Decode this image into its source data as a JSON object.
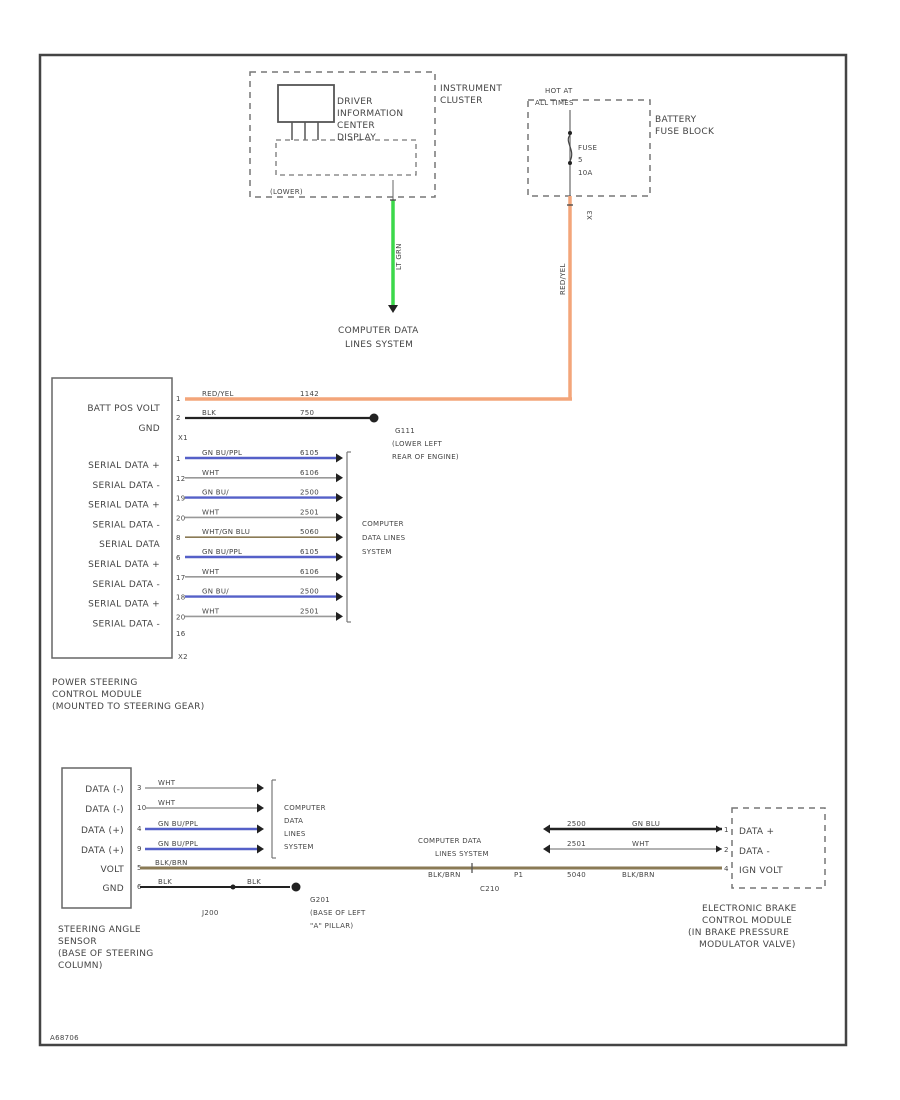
{
  "instrument_cluster": {
    "title_line1": "INSTRUMENT",
    "title_line2": "CLUSTER",
    "dic_line1": "DRIVER",
    "dic_line2": "INFORMATION",
    "dic_line3": "CENTER",
    "dic_line4": "DISPLAY",
    "connector": "(LOWER)"
  },
  "battery_fuse_block": {
    "hot_line1": "HOT AT",
    "hot_line2": "ALL TIMES",
    "title_line1": "BATTERY",
    "title_line2": "FUSE BLOCK",
    "fuse_line1": "FUSE",
    "fuse_line2": "5",
    "fuse_line3": "10A",
    "connector": "X3"
  },
  "computer_data_top": {
    "line1": "COMPUTER DATA",
    "line2": "LINES SYSTEM",
    "wire_label": "LT GRN"
  },
  "red_wire_vertical_label": "RED/YEL",
  "psc_module": {
    "pins": [
      {
        "label": "BATT POS VOLT",
        "pin": "1",
        "wire": "RED/YEL",
        "circuit": "1142"
      },
      {
        "label": "GND",
        "pin": "2",
        "wire": "BLK",
        "circuit": "750"
      }
    ],
    "connector_x1": "X1",
    "serial_rows": [
      {
        "label": "SERIAL DATA +",
        "pin": "1",
        "wire": "GN BU/PPL",
        "circuit": "6105"
      },
      {
        "label": "SERIAL DATA -",
        "pin": "12",
        "wire": "WHT",
        "circuit": "6106"
      },
      {
        "label": "SERIAL DATA +",
        "pin": "19",
        "wire": "GN BU/",
        "circuit": "2500"
      },
      {
        "label": "SERIAL DATA -",
        "pin": "20",
        "wire": "WHT",
        "circuit": "2501"
      },
      {
        "label": "SERIAL DATA",
        "pin": "8",
        "wire": "WHT/GN BLU",
        "circuit": "5060"
      },
      {
        "label": "SERIAL DATA +",
        "pin": "6",
        "wire": "GN BU/PPL",
        "circuit": "6105"
      },
      {
        "label": "SERIAL DATA -",
        "pin": "17",
        "wire": "WHT",
        "circuit": "6106"
      },
      {
        "label": "SERIAL DATA +",
        "pin": "18",
        "wire": "GN BU/",
        "circuit": "2500"
      },
      {
        "label": "SERIAL DATA -",
        "pin": "20",
        "wire": "WHT",
        "circuit": "2501"
      }
    ],
    "last_pin": "16",
    "connector_x2": "X2",
    "title_line1": "POWER STEERING",
    "title_line2": "CONTROL MODULE",
    "title_line3": "(MOUNTED TO STEERING GEAR)"
  },
  "ground_g111": {
    "line1": "G111",
    "line2": "(LOWER LEFT",
    "line3": "REAR OF ENGINE)"
  },
  "computer_data_mid": {
    "line1": "COMPUTER",
    "line2": "DATA LINES",
    "line3": "SYSTEM"
  },
  "steering_sensor": {
    "rows": [
      {
        "label": "DATA (-)",
        "pin": "3",
        "wire": "WHT"
      },
      {
        "label": "DATA (-)",
        "pin": "10",
        "wire": "WHT"
      },
      {
        "label": "DATA (+)",
        "pin": "4",
        "wire": "GN BU/PPL"
      },
      {
        "label": "DATA (+)",
        "pin": "9",
        "wire": "GN BU/PPL"
      },
      {
        "label": "VOLT",
        "pin": "5",
        "wire": "BLK/BRN"
      },
      {
        "label": "GND",
        "pin": "6",
        "wire": "BLK"
      }
    ],
    "gnd_splice_wire": "BLK",
    "title_line1": "STEERING ANGLE",
    "title_line2": "SENSOR",
    "title_line3": "(BASE OF STEERING",
    "title_line4": "COLUMN)"
  },
  "computer_data_low": {
    "line1": "COMPUTER",
    "line2": "DATA",
    "line3": "LINES",
    "line4": "SYSTEM"
  },
  "ground_g201": {
    "line1": "G201",
    "line2": "(BASE OF LEFT",
    "line3": "\"A\" PILLAR)"
  },
  "splice_j200": "J200",
  "splice_c210": "C210",
  "computer_data_ebcm": {
    "line1": "COMPUTER DATA",
    "line2": "LINES SYSTEM"
  },
  "ebcm": {
    "rows": [
      {
        "label": "DATA +",
        "pin": "1",
        "circuit": "2500",
        "wire": "GN BLU"
      },
      {
        "label": "DATA -",
        "pin": "2",
        "circuit": "2501",
        "wire": "WHT"
      },
      {
        "label": "IGN VOLT",
        "pin": "4",
        "circuit": "5040",
        "wire": "BLK/BRN"
      }
    ],
    "feed_wire": "BLK/BRN",
    "feed_pin": "P1",
    "title_line1": "ELECTRONIC BRAKE",
    "title_line2": "CONTROL MODULE",
    "title_line3": "(IN BRAKE PRESSURE",
    "title_line4": "MODULATOR VALVE)"
  },
  "footer_code": "A68706",
  "colors": {
    "frame": "#444444",
    "red_yel": "#f3a57a",
    "lt_grn": "#3cd84a",
    "blue": "#5560c8",
    "black": "#222222",
    "brown": "#8a7a55",
    "white_wire": "#999999"
  }
}
